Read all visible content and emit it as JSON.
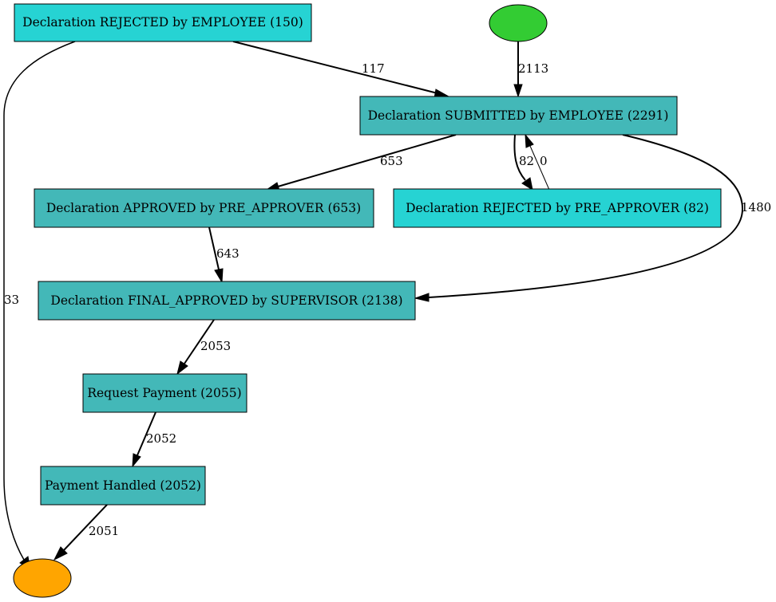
{
  "colors": {
    "light_box": "#26d3d3",
    "dark_box": "#43b8b8",
    "start": "#33cc33",
    "end": "#ffa500"
  },
  "nodes": {
    "rejected_by_employee": "Declaration REJECTED by EMPLOYEE (150)",
    "submitted_by_employee": "Declaration SUBMITTED by EMPLOYEE (2291)",
    "approved_by_pre_approver": "Declaration APPROVED by PRE_APPROVER (653)",
    "rejected_by_pre_approver": "Declaration REJECTED by PRE_APPROVER (82)",
    "final_approved_by_supervisor": "Declaration FINAL_APPROVED by SUPERVISOR (2138)",
    "request_payment": "Request Payment (2055)",
    "payment_handled": "Payment Handled (2052)"
  },
  "edges": {
    "rejected_to_end": "33",
    "rejected_to_submitted": "117",
    "start_to_submitted": "2113",
    "submitted_to_approved": "653",
    "submitted_to_rejected_pre": "82",
    "rejected_pre_to_submitted": "0",
    "submitted_to_final": "1480",
    "approved_to_final": "643",
    "final_to_request": "2053",
    "request_to_handled": "2052",
    "handled_to_end": "2051"
  }
}
